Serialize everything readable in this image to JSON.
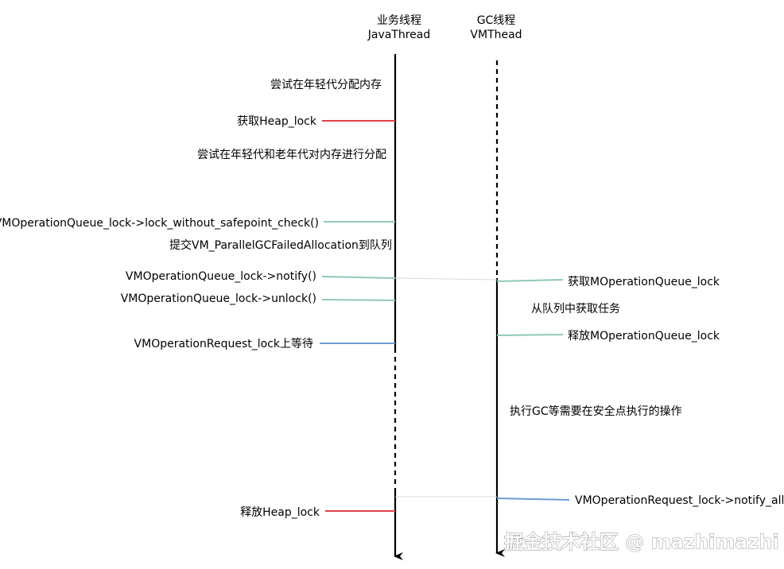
{
  "lanes": {
    "java": {
      "title": "业务线程",
      "subtitle": "JavaThread"
    },
    "gc": {
      "title": "GC线程",
      "subtitle": "VMThead"
    }
  },
  "labels": {
    "try_young": "尝试在年轻代分配内存",
    "get_heap_lock": "获取Heap_lock",
    "try_young_old": "尝试在年轻代和老年代对内存进行分配",
    "queue_lock": "VMOperationQueue_lock->lock_without_safepoint_check()",
    "submit_op": "提交VM_ParallelGCFailedAllocation到队列",
    "queue_notify": "VMOperationQueue_lock->notify()",
    "queue_unlock": "VMOperationQueue_lock->unlock()",
    "wait_request": "VMOperationRequest_lock上等待",
    "release_heap_lock": "释放Heap_lock",
    "gc_get_queue_lock": "获取MOperationQueue_lock",
    "gc_get_task": "从队列中获取任务",
    "gc_release_queue_lock": "释放MOperationQueue_lock",
    "gc_execute": "执行GC等需要在安全点执行的操作",
    "gc_notify_all": "VMOperationRequest_lock->notify_all()"
  },
  "colors": {
    "lifeline": "#000000",
    "heap_lock": "#e0404a",
    "queue_lock": "#8fc9b4",
    "request_lock": "#6c9bd2",
    "link": "#d9d9d9"
  },
  "watermark": "掘金技术社区 @ mazhimazhi"
}
